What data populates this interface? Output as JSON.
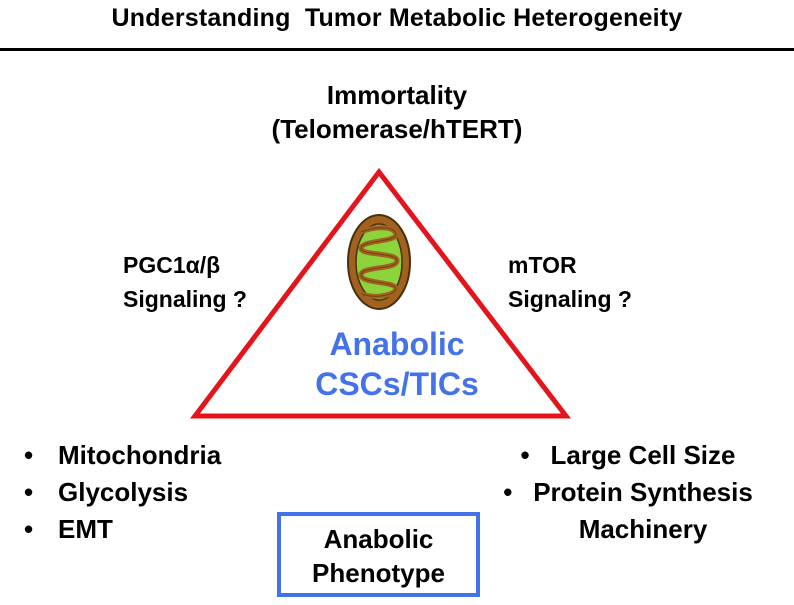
{
  "title": "Understanding  Tumor Metabolic Heterogeneity",
  "top": {
    "line1": "Immortality",
    "line2": "(Telomerase/hTERT)"
  },
  "left_side": {
    "line1": "PGC1α/β",
    "line2": "Signaling ?"
  },
  "right_side": {
    "line1": "mTOR",
    "line2": "Signaling ?"
  },
  "center": {
    "line1": "Anabolic",
    "line2": "CSCs/TICs"
  },
  "left_bullets": [
    "Mitochondria",
    "Glycolysis",
    "EMT"
  ],
  "right_bullets": [
    "Large Cell Size",
    "Protein Synthesis",
    "Machinery"
  ],
  "right_bullet_marks": [
    true,
    true,
    false
  ],
  "bullet_symbol": "•",
  "phenotype_box": {
    "line1": "Anabolic",
    "line2": "Phenotype"
  },
  "colors": {
    "triangle": "#e4141c",
    "accent_blue": "#4472e8",
    "mito_outer": "#a0621e",
    "mito_inner": "#8dd43c"
  },
  "icons": {
    "mitochondrion": "mitochondrion-icon"
  }
}
